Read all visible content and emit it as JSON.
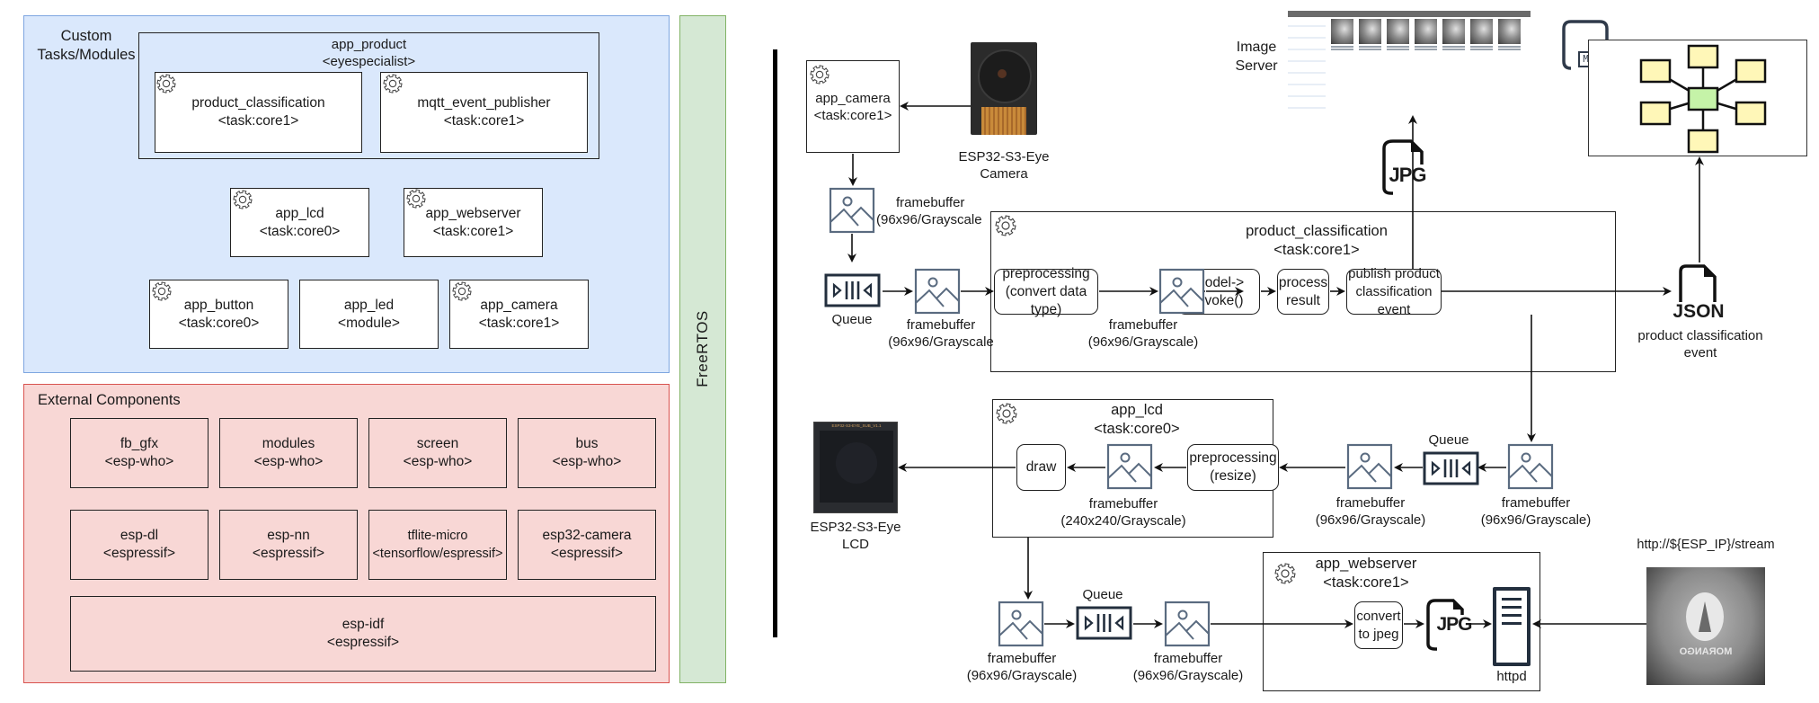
{
  "left": {
    "custom_panel": {
      "title_line1": "Custom",
      "title_line2": "Tasks/Modules",
      "app_product": {
        "name": "app_product",
        "tag": "<eyespecialist>"
      },
      "modules": [
        {
          "name": "product_classification",
          "tag": "<task:core1>",
          "has_gear": true
        },
        {
          "name": "mqtt_event_publisher",
          "tag": "<task:core1>",
          "has_gear": true
        },
        {
          "name": "app_lcd",
          "tag": "<task:core0>",
          "has_gear": true
        },
        {
          "name": "app_webserver",
          "tag": "<task:core1>",
          "has_gear": true
        },
        {
          "name": "app_button",
          "tag": "<task:core0>",
          "has_gear": true
        },
        {
          "name": "app_led",
          "tag": "<module>",
          "has_gear": false
        },
        {
          "name": "app_camera",
          "tag": "<task:core1>",
          "has_gear": true
        }
      ]
    },
    "external_panel": {
      "title": "External Components",
      "components": [
        {
          "name": "fb_gfx",
          "tag": "<esp-who>"
        },
        {
          "name": "modules",
          "tag": "<esp-who>"
        },
        {
          "name": "screen",
          "tag": "<esp-who>"
        },
        {
          "name": "bus",
          "tag": "<esp-who>"
        },
        {
          "name": "esp-dl",
          "tag": "<espressif>"
        },
        {
          "name": "esp-nn",
          "tag": "<espressif>"
        },
        {
          "name": "tflite-micro",
          "tag": "<tensorflow/espressif>"
        },
        {
          "name": "esp32-camera",
          "tag": "<espressif>"
        },
        {
          "name": "esp-idf",
          "tag": "<espressif>"
        }
      ]
    },
    "rtos_label": "FreeRTOS"
  },
  "flow": {
    "app_camera": {
      "name": "app_camera",
      "tag": "<task:core1>"
    },
    "camera_device": {
      "line1": "ESP32-S3-Eye",
      "line2": "Camera"
    },
    "fb_top": {
      "line1": "framebuffer",
      "line2": "(96x96/Grayscale"
    },
    "queue_label": "Queue",
    "fb_queue_out": {
      "line1": "framebuffer",
      "line2": "(96x96/Grayscale"
    },
    "product_classification": {
      "name": "product_classification",
      "tag": "<task:core1>",
      "steps": [
        {
          "line1": "preprocessing",
          "line2": "(convert data type)"
        },
        {
          "line1": "model-> invoke()",
          "line2": ""
        },
        {
          "line1": "process",
          "line2": "result"
        },
        {
          "line1": "publish product",
          "line2": "classification event"
        }
      ],
      "fb": {
        "line1": "framebuffer",
        "line2": "(96x96/Grayscale)"
      }
    },
    "image_server": {
      "line1": "Image",
      "line2": "Server",
      "thumbnail_count": 7
    },
    "jpg_label": "JPG",
    "json_label": "JSON",
    "json_caption": {
      "line1": "product classification",
      "line2": "event"
    },
    "mqtt_label": "MQTT",
    "app_lcd": {
      "name": "app_lcd",
      "tag": "<task:core0>",
      "draw": "draw",
      "fb": {
        "line1": "framebuffer",
        "line2": "(240x240/Grayscale)"
      },
      "pre": {
        "line1": "preprocessing",
        "line2": "(resize)"
      }
    },
    "lcd_device": {
      "line1": "ESP32-S3-Eye",
      "line2": "LCD",
      "screen_text": "ESP32-S3-EYE_SUB_V1.1"
    },
    "lcd_fb_in": {
      "line1": "framebuffer",
      "line2": "(96x96/Grayscale)"
    },
    "lcd_queue_label": "Queue",
    "lcd_fb_src": {
      "line1": "framebuffer",
      "line2": "(96x96/Grayscale)"
    },
    "web_fb_a": {
      "line1": "framebuffer",
      "line2": "(96x96/Grayscale)"
    },
    "web_queue_label": "Queue",
    "web_fb_b": {
      "line1": "framebuffer",
      "line2": "(96x96/Grayscale)"
    },
    "app_webserver": {
      "name": "app_webserver",
      "tag": "<task:core1>",
      "convert": {
        "line1": "convert",
        "line2": "to jpeg"
      },
      "jpg_label": "JPG",
      "httpd": "httpd"
    },
    "stream_url": "http://${ESP_IP}/stream",
    "stream_image_text": "MORANGO"
  }
}
